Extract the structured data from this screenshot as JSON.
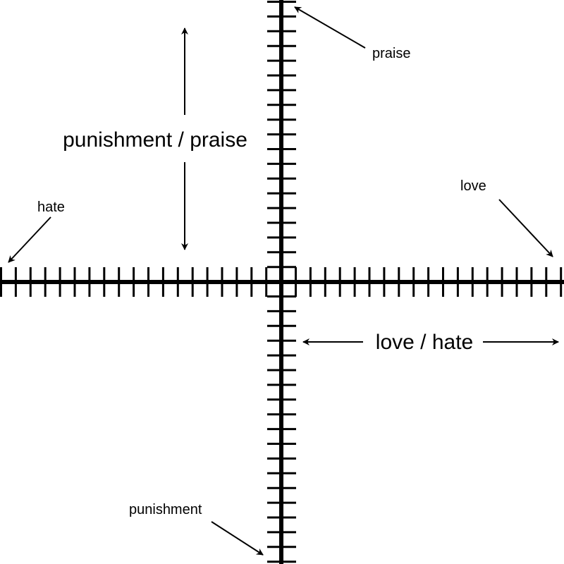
{
  "labels": {
    "praise": "praise",
    "punishment": "punishment",
    "love": "love",
    "hate": "hate",
    "vertical_axis_title": "punishment / praise",
    "horizontal_axis_title": "love / hate"
  },
  "axes": {
    "tick_count_per_axis": 39,
    "color": "#000000"
  }
}
